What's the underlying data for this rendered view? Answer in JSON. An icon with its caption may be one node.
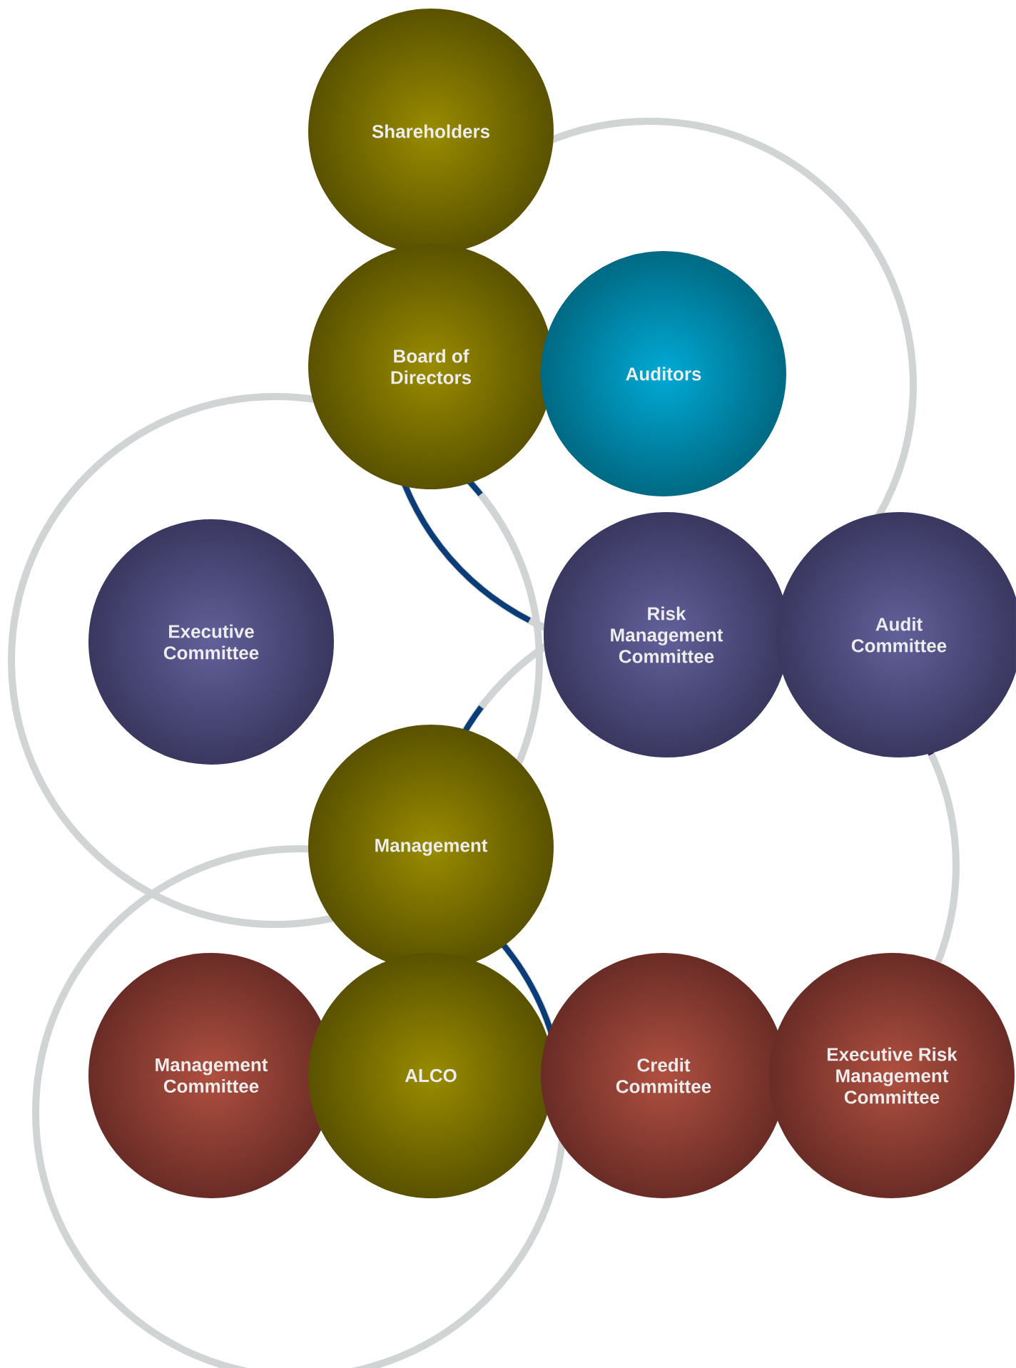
{
  "diagram": {
    "nodes": [
      {
        "text": [
          "Shareholders"
        ]
      },
      {
        "text": [
          "Board of Directors"
        ]
      },
      {
        "text": [
          "Auditors"
        ]
      },
      {
        "text": [
          "Executive Committee"
        ]
      },
      {
        "text": [
          "Risk Management Committee"
        ]
      },
      {
        "text": [
          "Audit Committee"
        ]
      },
      {
        "text": [
          "Management"
        ]
      },
      {
        "text": [
          "Management Committee"
        ]
      },
      {
        "text": [
          "ALCO"
        ]
      },
      {
        "text": [
          "Credit Committee"
        ]
      },
      {
        "text": [
          "Executive Risk Management Committee"
        ]
      }
    ]
  }
}
